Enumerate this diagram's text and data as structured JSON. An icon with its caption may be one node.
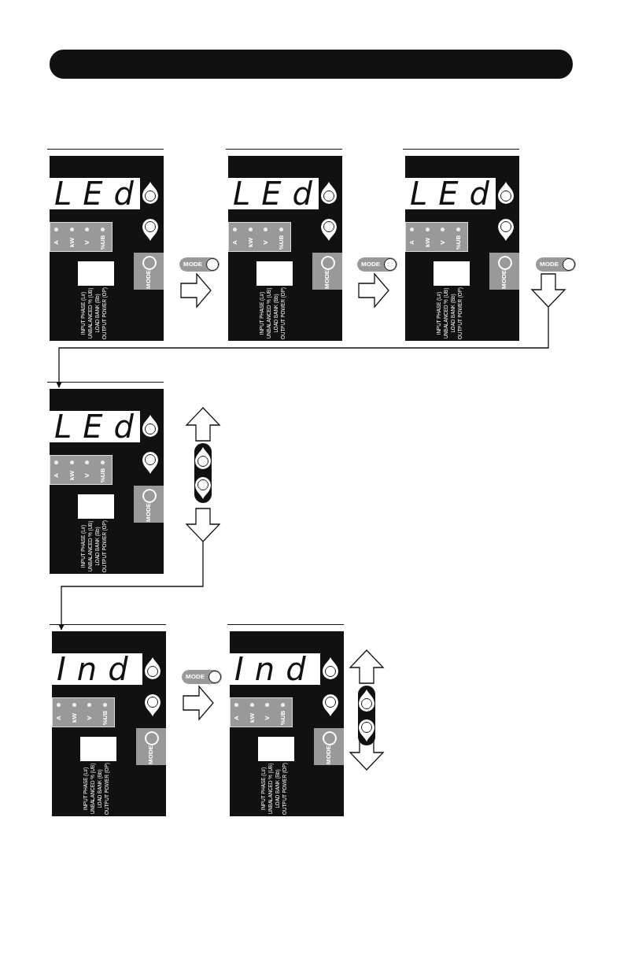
{
  "diagram": {
    "nodes": [
      {
        "text": [
          "LEd",
          "A",
          "kW",
          "V",
          "%UB",
          "MODE",
          "INPUT PHASE (L#)",
          "UNBALANCED % (UB)",
          "LOAD BANK (Bb)",
          "OUTPUT POWER (OP)"
        ]
      },
      {
        "text": [
          "LEd",
          "A",
          "kW",
          "V",
          "%UB",
          "MODE",
          "INPUT PHASE (L#)",
          "UNBALANCED % (UB)",
          "LOAD BANK (Bb)",
          "OUTPUT POWER (OP)"
        ]
      },
      {
        "text": [
          "LEd",
          "A",
          "kW",
          "V",
          "%UB",
          "MODE",
          "INPUT PHASE (L#)",
          "UNBALANCED % (UB)",
          "LOAD BANK (Bb)",
          "OUTPUT POWER (OP)"
        ]
      },
      {
        "text": [
          "LEd",
          "A",
          "kW",
          "V",
          "%UB",
          "MODE",
          "INPUT PHASE (L#)",
          "UNBALANCED % (UB)",
          "LOAD BANK (Bb)",
          "OUTPUT POWER (OP)"
        ]
      },
      {
        "text": [
          "Ind",
          "A",
          "kW",
          "V",
          "%UB",
          "MODE",
          "INPUT PHASE (L#)",
          "UNBALANCED % (UB)",
          "LOAD BANK (Bb)",
          "OUTPUT POWER (OP)"
        ]
      },
      {
        "text": [
          "Ind",
          "A",
          "kW",
          "V",
          "%UB",
          "MODE",
          "INPUT PHASE (L#)",
          "UNBALANCED % (UB)",
          "LOAD BANK (Bb)",
          "OUTPUT POWER (OP)"
        ]
      }
    ],
    "edges": [
      {
        "from": 0,
        "to": 1,
        "arrow": "to",
        "label": "MODE"
      },
      {
        "from": 1,
        "to": 2,
        "arrow": "to",
        "label": "MODE"
      },
      {
        "from": 2,
        "to": 3,
        "arrow": "to",
        "label": "MODE"
      },
      {
        "from": 3,
        "to": 4,
        "arrow": "to"
      },
      {
        "from": 4,
        "to": 5,
        "arrow": "to",
        "label": "MODE"
      }
    ]
  }
}
